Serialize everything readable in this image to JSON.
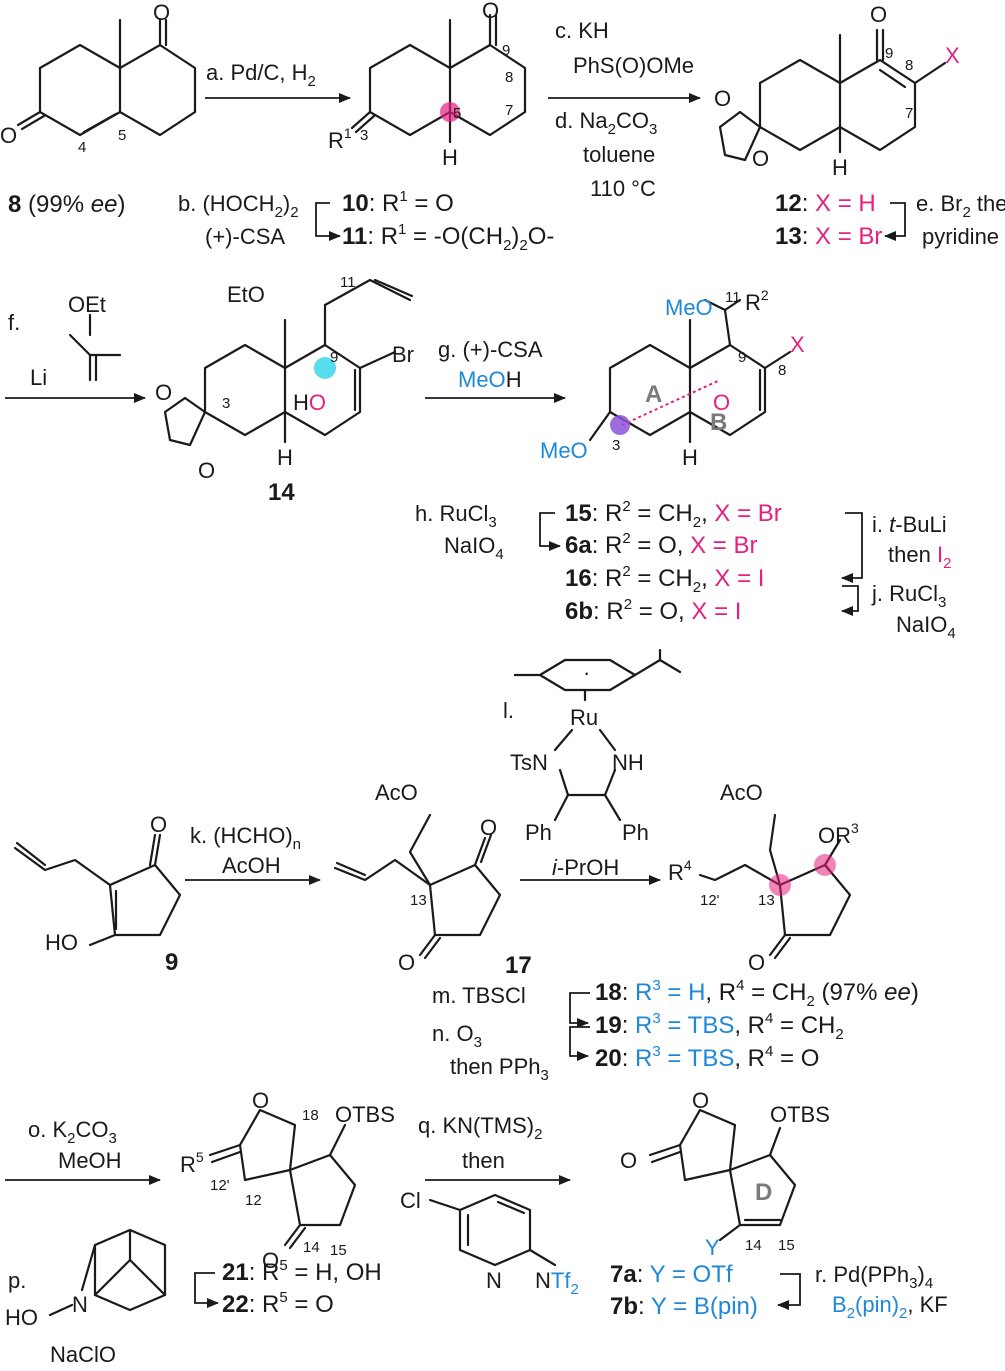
{
  "colors": {
    "text": "#1a1a1a",
    "pink": "#e6207e",
    "blue": "#1e88d9",
    "cyan": "#2dd4e8",
    "purple": "#8c53d8",
    "gray": "#7a7a7a"
  },
  "row1": {
    "cmp8": {
      "num": "8",
      "note_a": " (99% ",
      "note_ee": "ee",
      "note_b": ")"
    },
    "cmp8_atoms": {
      "O_left": "O",
      "O_top": "O",
      "n4": "4",
      "n5": "5"
    },
    "step_a": "a. Pd/C, H",
    "step_a_sub": "2",
    "cmp10_atoms": {
      "O": "O",
      "R": "R",
      "R_sup": "1",
      "n3": "3",
      "n5": "5",
      "n7": "7",
      "n8": "8",
      "n9": "9",
      "H": "H"
    },
    "step_b": "b. (HOCH",
    "step_b_sub": "2",
    "step_b_end": ")",
    "step_b_sub2": "2",
    "step_b2": "(+)-CSA",
    "cmp10": {
      "num": "10",
      "text": ": R",
      "sup": "1",
      "text2": " = O"
    },
    "cmp11": {
      "num": "11",
      "text": ": R",
      "sup": "1",
      "text2": " = -O(CH",
      "sub": "2",
      "text3": ")",
      "sub2": "2",
      "text4": "O-"
    },
    "step_c": "c. KH",
    "step_c2": "PhS(O)OMe",
    "step_d": "d. Na",
    "step_d_sub": "2",
    "step_d_mid": "CO",
    "step_d_sub2": "3",
    "step_d2": "toluene",
    "step_d3": "110 °C",
    "cmp12_atoms": {
      "O_top": "O",
      "O1": "O",
      "O2": "O",
      "X": "X",
      "n7": "7",
      "n8": "8",
      "n9": "9",
      "H": "H"
    },
    "cmp12": {
      "num": "12",
      "text": ": ",
      "x": "X = H"
    },
    "cmp13": {
      "num": "13",
      "text": ": ",
      "x": "X = Br"
    },
    "step_e": "e. Br",
    "step_e_sub": "2",
    "step_e_end": " then",
    "step_e2": "pyridine"
  },
  "row2": {
    "step_f": "f.",
    "reagent_f_OEt": "OEt",
    "reagent_f_Li": "Li",
    "cmp14_atoms": {
      "EtO": "EtO",
      "n11": "11",
      "n9": "9",
      "n3": "3",
      "Br": "Br",
      "HO_H": "H",
      "HO_O": "O",
      "O1": "O",
      "O2": "O",
      "H": "H"
    },
    "cmp14": {
      "num": "14"
    },
    "step_g": "g. (+)-CSA",
    "step_g2_blue": "MeO",
    "step_g2_black": "H",
    "cmp15_atoms": {
      "MeO_top": "MeO",
      "n11": "11",
      "R": "R",
      "R_sup": "2",
      "n9": "9",
      "n8": "8",
      "X": "X",
      "A": "A",
      "B": "B",
      "O": "O",
      "MeO": "MeO",
      "n3": "3",
      "H": "H"
    },
    "step_h": "h. RuCl",
    "step_h_sub": "3",
    "step_h2": "NaIO",
    "step_h2_sub": "4",
    "cmp15": {
      "num": "15",
      "t1": ": R",
      "sup": "2",
      "t2": " = CH",
      "sub": "2",
      "t3": ", ",
      "x": "X = Br"
    },
    "cmp6a": {
      "num": "6a",
      "t1": ": R",
      "sup": "2",
      "t2": " = O, ",
      "x": "X = Br"
    },
    "cmp16": {
      "num": "16",
      "t1": ": R",
      "sup": "2",
      "t2": " = CH",
      "sub": "2",
      "t3": ", ",
      "x": "X = I"
    },
    "cmp6b": {
      "num": "6b",
      "t1": ": R",
      "sup": "2",
      "t2": " = O, ",
      "x": "X = I"
    },
    "step_i": "i. ",
    "step_i_it": "t",
    "step_i_end": "-BuLi",
    "step_i2": "then ",
    "step_i2_pink": "I",
    "step_i2_sub": "2",
    "step_j": "j. RuCl",
    "step_j_sub": "3",
    "step_j2": "NaIO",
    "step_j2_sub": "4"
  },
  "row3": {
    "step_l": "l.",
    "cat": {
      "Ru": "Ru",
      "TsN": "TsN",
      "NH": "NH",
      "Ph1": "Ph",
      "Ph2": "Ph"
    },
    "cmp9_atoms": {
      "O": "O",
      "HO": "HO"
    },
    "cmp9": {
      "num": "9"
    },
    "step_k": "k. (HCHO)",
    "step_k_sub": "n",
    "step_k2": "AcOH",
    "cmp17_atoms": {
      "AcO": "AcO",
      "O1": "O",
      "O2": "O",
      "n13": "13"
    },
    "cmp17": {
      "num": "17"
    },
    "step_ipr_it": "i",
    "step_ipr": "-PrOH",
    "cmp18_atoms": {
      "AcO": "AcO",
      "OR": "OR",
      "R3": "3",
      "R4": "R",
      "R4_sup": "4",
      "n12p": "12'",
      "n13": "13",
      "O": "O"
    },
    "step_m": "m. TBSCl",
    "step_n": "n.  O",
    "step_n_sub": "3",
    "step_n2": "then PPh",
    "step_n2_sub": "3",
    "cmp18": {
      "num": "18",
      "t1": ": ",
      "r3": "R",
      "r3_sup": "3",
      "r3_end": " = H",
      "t2": ", R",
      "sup4": "4",
      "t3": " = CH",
      "sub": "2",
      "t4": " (97% ",
      "ee": "ee",
      "t5": ")"
    },
    "cmp19": {
      "num": "19",
      "t1": ": ",
      "r3": "R",
      "r3_sup": "3",
      "r3_end": " = TBS",
      "t2": ", R",
      "sup4": "4",
      "t3": " = CH",
      "sub": "2"
    },
    "cmp20": {
      "num": "20",
      "t1": ": ",
      "r3": "R",
      "r3_sup": "3",
      "r3_end": " = TBS",
      "t2": ", R",
      "sup4": "4",
      "t3": " = O"
    }
  },
  "row4": {
    "step_o": "o. K",
    "step_o_sub": "2",
    "step_o_mid": "CO",
    "step_o_sub2": "3",
    "step_o2": "MeOH",
    "cmp21_atoms": {
      "O_ring": "O",
      "R5": "R",
      "R5_sup": "5",
      "n12p": "12'",
      "n12": "12",
      "n18": "18",
      "n14": "14",
      "n15": "15",
      "OTBS": "OTBS",
      "O": "O"
    },
    "step_p": "p.",
    "azadol": {
      "HO": "HO",
      "N": "N"
    },
    "step_p2": "NaClO",
    "cmp21": {
      "num": "21",
      "t1": ": R",
      "sup": "5",
      "t2": " = H, OH"
    },
    "cmp22": {
      "num": "22",
      "t1": ": R",
      "sup": "5",
      "t2": " = O"
    },
    "step_q": "q. KN(TMS)",
    "step_q_sub": "2",
    "step_q2": "then",
    "comins": {
      "Cl": "Cl",
      "N": "N",
      "NTf": "N",
      "Tf": "Tf",
      "Tf_sub": "2"
    },
    "cmp7_atoms": {
      "O_ring": "O",
      "O_keto": "O",
      "OTBS": "OTBS",
      "D": "D",
      "Y": "Y",
      "n14": "14",
      "n15": "15"
    },
    "cmp7a": {
      "num": "7a",
      "t1": ": ",
      "y": "Y = OTf"
    },
    "cmp7b": {
      "num": "7b",
      "t1": ": ",
      "y": "Y = B(pin)"
    },
    "step_r": "r. Pd(PPh",
    "step_r_sub": "3",
    "step_r_end": ")",
    "step_r_sub2": "4",
    "step_r2_blue": "B",
    "step_r2_sub": "2",
    "step_r2_blue2": "(pin)",
    "step_r2_sub2": "2",
    "step_r2_end": ", KF"
  }
}
